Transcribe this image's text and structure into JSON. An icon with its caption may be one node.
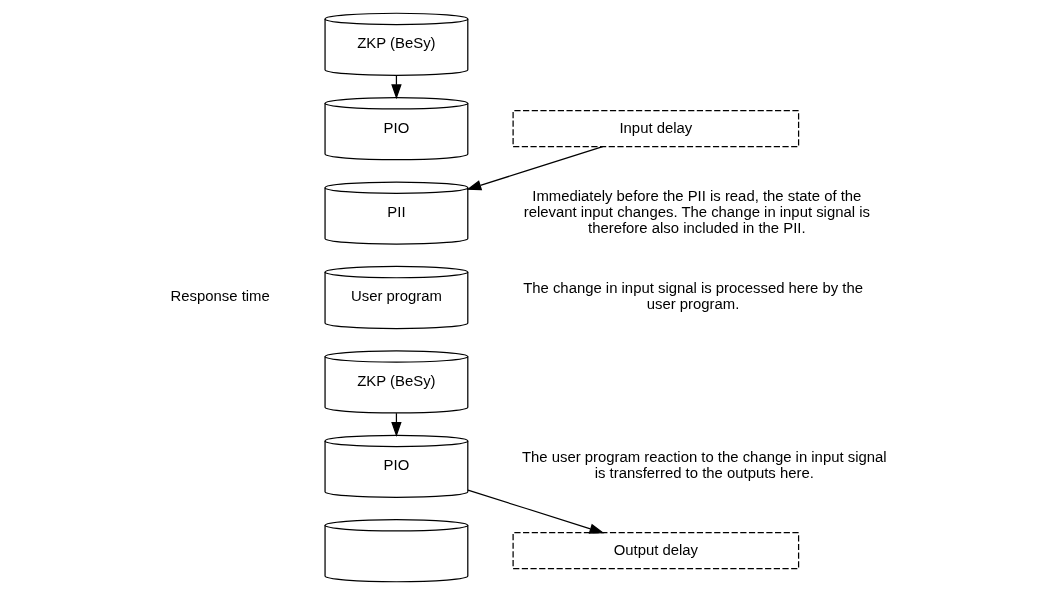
{
  "diagram": {
    "nodes": [
      {
        "text": [
          "ZKP (BeSy)"
        ]
      },
      {
        "text": [
          "PIO"
        ]
      },
      {
        "text": [
          "Input delay"
        ]
      },
      {
        "text": [
          "PII"
        ]
      },
      {
        "text": [
          "User program"
        ]
      },
      {
        "text": [
          "ZKP (BeSy)"
        ]
      },
      {
        "text": [
          "PIO"
        ]
      },
      {
        "text": [],
        "shape": "cylinder"
      },
      {
        "text": [
          "Output delay"
        ]
      }
    ],
    "edges": [
      {
        "from": 0,
        "to": 1,
        "arrow": "to"
      },
      {
        "from": 2,
        "to": 3,
        "arrow": "to"
      },
      {
        "from": 5,
        "to": 6,
        "arrow": "to"
      },
      {
        "from": 6,
        "to": 8,
        "arrow": "to"
      }
    ],
    "labels": [
      "Immediately before the PII is read, the state of the relevant input changes. The change in input signal is therefore also included in the PII.",
      "Response time",
      "The change in input signal is processed here by the user program.",
      "The user program reaction to the change in input signal is transferred to the outputs here."
    ]
  }
}
